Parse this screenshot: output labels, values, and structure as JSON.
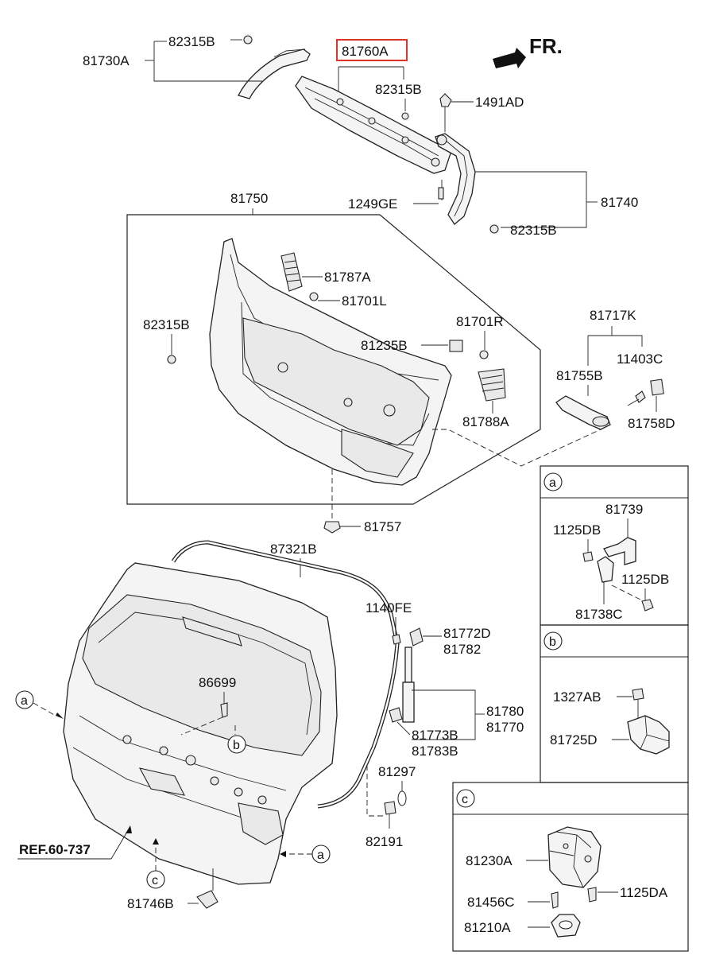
{
  "labels": {
    "p81730A": "81730A",
    "p82315B_1": "82315B",
    "p81760A": "81760A",
    "p82315B_2": "82315B",
    "p1491AD": "1491AD",
    "p1249GE": "1249GE",
    "p82315B_3": "82315B",
    "p81740": "81740",
    "p81750": "81750",
    "p81787A": "81787A",
    "p81701L": "81701L",
    "p82315B_4": "82315B",
    "p81235B": "81235B",
    "p81701R": "81701R",
    "p81788A": "81788A",
    "p81717K": "81717K",
    "p11403C": "11403C",
    "p81755B": "81755B",
    "p81758D": "81758D",
    "p81757": "81757",
    "p87321B": "87321B",
    "p1140FE": "1140FE",
    "p81772D": "81772D",
    "p81782": "81782",
    "p86699": "86699",
    "p81780": "81780",
    "p81770": "81770",
    "p81773B": "81773B",
    "p81783B": "81783B",
    "p81297": "81297",
    "p82191": "82191",
    "ref": "REF.60-737",
    "p81746B": "81746B",
    "fr": "FR.",
    "circle_a": "a",
    "circle_b": "b",
    "circle_c": "c"
  },
  "detail_a": {
    "tag": "a",
    "p81739": "81739",
    "p1125DB_1": "1125DB",
    "p1125DB_2": "1125DB",
    "p81738C": "81738C"
  },
  "detail_b": {
    "tag": "b",
    "p1327AB": "1327AB",
    "p81725D": "81725D"
  },
  "detail_c": {
    "tag": "c",
    "p81230A": "81230A",
    "p1125DA": "1125DA",
    "p81456C": "81456C",
    "p81210A": "81210A"
  },
  "highlight": {
    "part": "81760A",
    "color": "#e0312b"
  }
}
